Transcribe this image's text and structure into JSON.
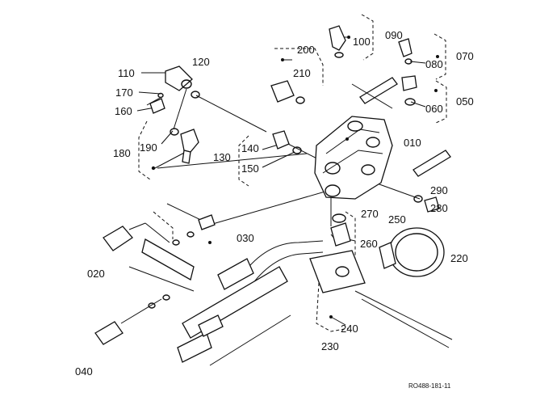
{
  "diagram": {
    "part_labels": {
      "p010": "010",
      "p020": "020",
      "p030": "030",
      "p040": "040",
      "p050": "050",
      "p060": "060",
      "p070": "070",
      "p080": "080",
      "p090": "090",
      "p100": "100",
      "p110": "110",
      "p120": "120",
      "p130": "130",
      "p140": "140",
      "p150": "150",
      "p160": "160",
      "p170": "170",
      "p180": "180",
      "p190": "190",
      "p200": "200",
      "p210": "210",
      "p220": "220",
      "p230": "230",
      "p240": "240",
      "p250": "250",
      "p260": "260",
      "p270": "270",
      "p280": "280",
      "p290": "290"
    },
    "reference_code": "RO488-181-11"
  }
}
